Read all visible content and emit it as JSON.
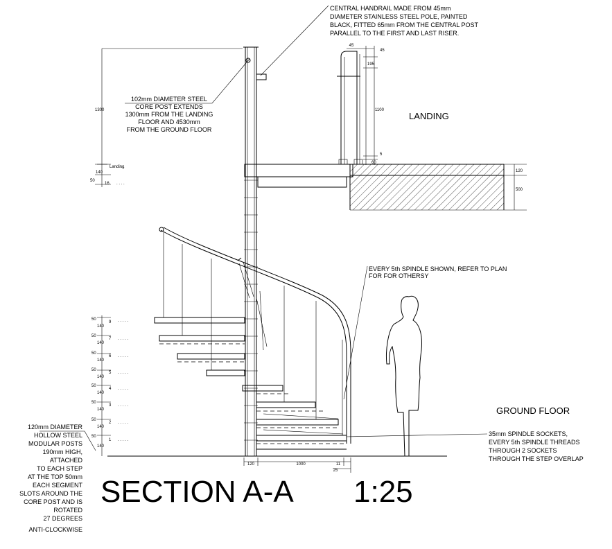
{
  "notes": {
    "handrail": [
      "CENTRAL HANDRAIL MADE FROM 45mm",
      "DIAMETER STAINLESS STEEL POLE, PAINTED",
      "BLACK, FITTED 65mm FROM THE CENTRAL POST",
      "PARALLEL TO THE FIRST AND LAST RISER."
    ],
    "core_post": [
      "102mm DIAMETER STEEL",
      "CORE POST EXTENDS",
      "1300mm FROM THE LANDING",
      "FLOOR AND 4530mm",
      "FROM THE GROUND FLOOR"
    ],
    "spindle_shown": [
      "EVERY 5th SPINDLE SHOWN, REFER TO PLAN",
      "FOR FOR OTHERSY"
    ],
    "spindle_sockets": [
      "35mm SPINDLE SOCKETS,",
      "EVERY 5th SPINDLE THREADS",
      "THROUGH 2 SOCKETS",
      "THROUGH THE STEP OVERLAP"
    ],
    "modular_posts": [
      "120mm DIAMETER",
      "HOLLOW STEEL",
      "MODULAR POSTS",
      "190mm HIGH,",
      "ATTACHED",
      "TO EACH STEP",
      "AT THE TOP 50mm",
      "EACH SEGMENT",
      "SLOTS AROUND THE",
      "CORE POST AND IS",
      "ROTATED",
      "27 DEGREES",
      "ANTI-CLOCKWISE"
    ]
  },
  "labels": {
    "landing": "LANDING",
    "ground_floor": "GROUND FLOOR",
    "landing_small": "Landing",
    "section_title": "SECTION A-A",
    "scale": "1:25"
  },
  "dims": {
    "top_45a": "45",
    "top_45b": "45",
    "d195": "195",
    "d1100": "1100",
    "d5": "5",
    "d60": "60",
    "d1300": "1300",
    "d120_right": "120",
    "d500": "500",
    "d120_base": "120",
    "d1000": "1000",
    "d11": "11",
    "d25": "25",
    "left_small": [
      "50",
      "140",
      "16"
    ],
    "stair_left": [
      "50",
      "140",
      "9",
      "50",
      "140",
      "7",
      "50",
      "140",
      "6",
      "50",
      "140",
      "5",
      "50",
      "140",
      "4",
      "50",
      "140",
      "3",
      "50",
      "140",
      "2",
      "50",
      "140",
      "1"
    ]
  },
  "colors": {
    "ink": "#000000",
    "paper": "#ffffff"
  }
}
